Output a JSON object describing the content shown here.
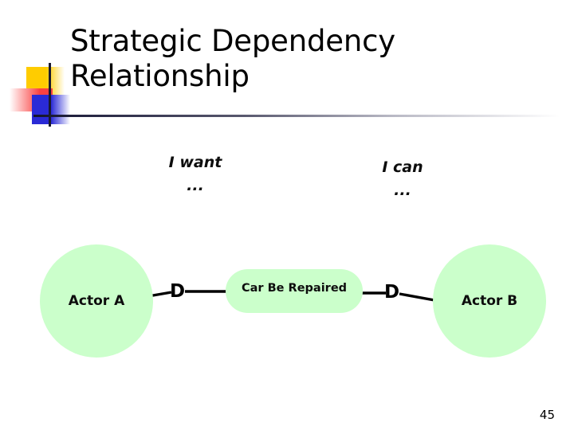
{
  "slide": {
    "title": "Strategic Dependency\nRelationship",
    "page_number": "45"
  },
  "decor": {
    "yellow": "#FFCC00",
    "red": "#FA4141",
    "blue": "#2A2AD6",
    "rule": "#15152b"
  },
  "diagram": {
    "type": "i-star-strategic-dependency",
    "node_fill": "#CBFFCB",
    "annotations": {
      "depender_side": "I want\n...",
      "dependee_side": "I can\n..."
    },
    "nodes": [
      {
        "id": "actor-a",
        "kind": "actor",
        "label": "Actor A"
      },
      {
        "id": "resource",
        "kind": "resource",
        "label": "Car Be Repaired"
      },
      {
        "id": "actor-b",
        "kind": "actor",
        "label": "Actor B"
      }
    ],
    "links": [
      {
        "from": "actor-a",
        "to": "resource",
        "symbol": "D"
      },
      {
        "from": "resource",
        "to": "actor-b",
        "symbol": "D"
      }
    ],
    "dependency_symbol": "D"
  }
}
